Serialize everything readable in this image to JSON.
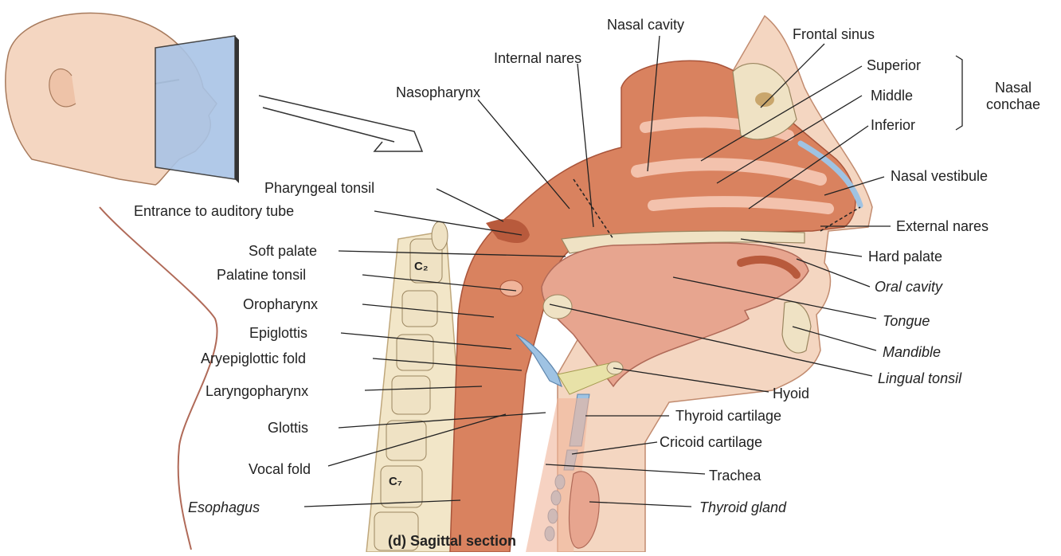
{
  "caption": "(d) Sagittal section",
  "labels": {
    "nasal_cavity": "Nasal cavity",
    "frontal_sinus": "Frontal sinus",
    "internal_nares": "Internal nares",
    "superior": "Superior",
    "middle": "Middle",
    "inferior": "Inferior",
    "nasal_conchae": "Nasal conchae",
    "nasopharynx": "Nasopharynx",
    "nasal_vestibule": "Nasal vestibule",
    "pharyngeal_tonsil": "Pharyngeal tonsil",
    "entrance_auditory_tube": "Entrance to auditory tube",
    "external_nares": "External nares",
    "soft_palate": "Soft palate",
    "hard_palate": "Hard palate",
    "palatine_tonsil": "Palatine tonsil",
    "oral_cavity": "Oral cavity",
    "oropharynx": "Oropharynx",
    "tongue": "Tongue",
    "epiglottis": "Epiglottis",
    "mandible": "Mandible",
    "aryepiglottic_fold": "Aryepiglottic fold",
    "lingual_tonsil": "Lingual tonsil",
    "laryngopharynx": "Laryngopharynx",
    "hyoid": "Hyoid",
    "glottis": "Glottis",
    "thyroid_cartilage": "Thyroid cartilage",
    "cricoid_cartilage": "Cricoid cartilage",
    "vocal_fold": "Vocal fold",
    "trachea": "Trachea",
    "esophagus": "Esophagus",
    "thyroid_gland": "Thyroid gland",
    "vertebra_c2": "C₂",
    "vertebra_c7": "C₇"
  },
  "colors": {
    "tissue": "#d9825f",
    "tissue_dark": "#b85a3c",
    "muscle": "#e7a58f",
    "bone": "#efe2c4",
    "cartilage": "#9fc3e3",
    "skin": "#f4d6c1",
    "leader": "#222222"
  }
}
